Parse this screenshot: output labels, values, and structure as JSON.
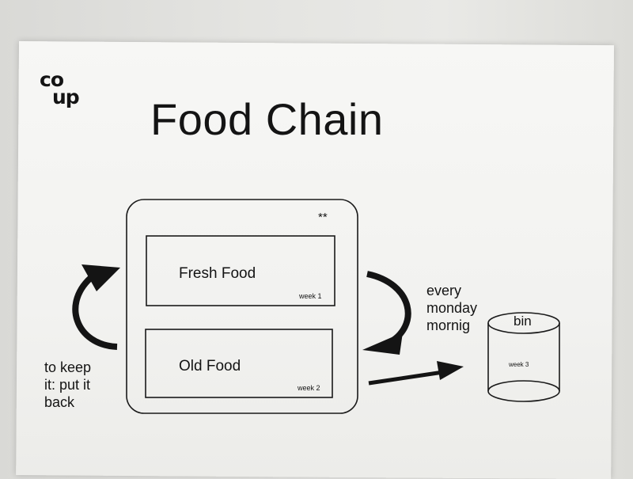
{
  "logo": {
    "line1": "co",
    "line2": "up"
  },
  "title": "Food Chain",
  "diagram": {
    "marker": "**",
    "shelves": [
      {
        "label": "Fresh Food",
        "week": "week 1"
      },
      {
        "label": "Old Food",
        "week": "week 2"
      }
    ],
    "schedule_note": [
      "every",
      "monday",
      "mornig"
    ],
    "keep_note": [
      "to keep",
      "it: put it",
      "back"
    ],
    "bin": {
      "label": "bin",
      "week": "week 3"
    }
  },
  "icons": [
    "curved-arrow-up-left-icon",
    "curved-arrow-down-right-icon",
    "straight-arrow-right-icon",
    "bin-cylinder-icon"
  ]
}
